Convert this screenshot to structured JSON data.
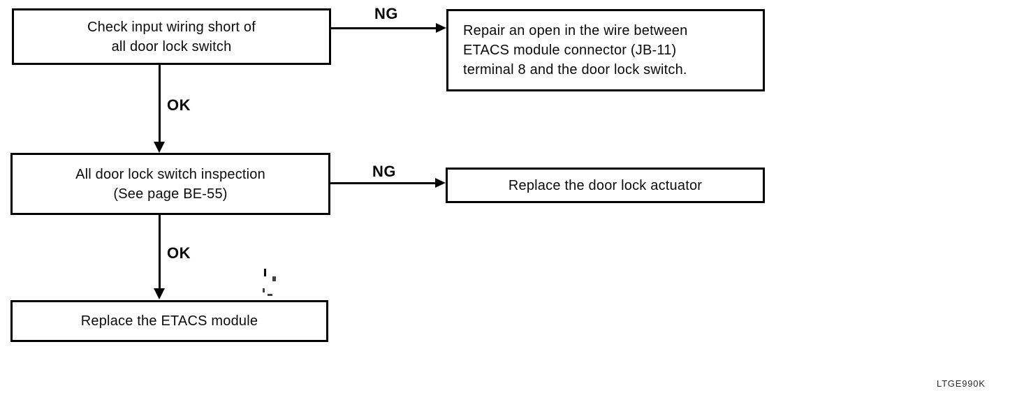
{
  "flowchart": {
    "nodes": {
      "check_wiring": {
        "lines": [
          "Check input wiring short of",
          "all door lock switch"
        ]
      },
      "repair_open": {
        "lines": [
          "Repair an open in the wire between",
          "ETACS module connector (JB-11)",
          "terminal 8 and the door lock switch."
        ]
      },
      "switch_inspection": {
        "lines": [
          "All door lock switch inspection",
          "(See page BE-55)"
        ]
      },
      "replace_actuator": {
        "lines": [
          "Replace the door lock actuator"
        ]
      },
      "replace_module": {
        "lines": [
          "Replace the ETACS module"
        ]
      }
    },
    "edge_labels": {
      "ng1": "NG",
      "ok1": "OK",
      "ng2": "NG",
      "ok2": "OK"
    },
    "figure_code": "LTGE990K",
    "colors": {
      "line": "#000000",
      "background": "#ffffff",
      "text": "#000000"
    }
  }
}
